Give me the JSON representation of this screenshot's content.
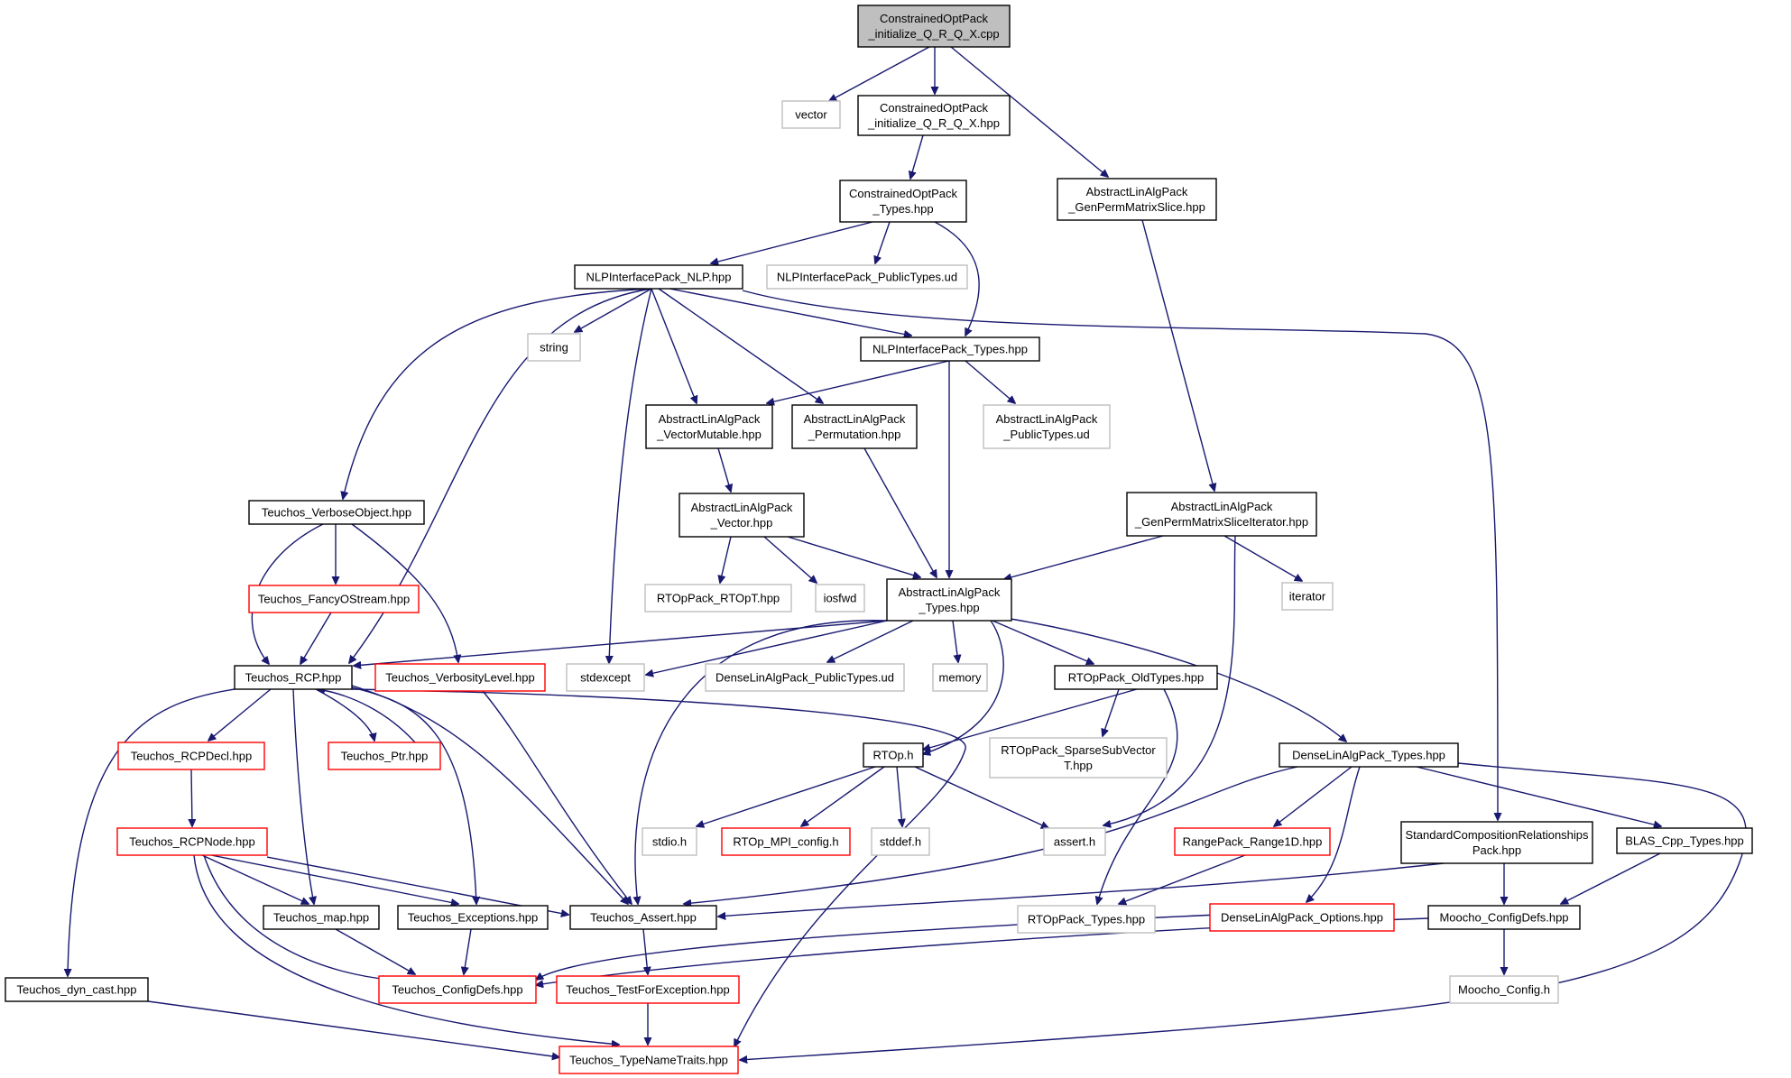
{
  "colors": {
    "edge": "#191970",
    "root_fill": "#bfbfbf",
    "documented_border": "#000000",
    "truncated_border": "#ff0000",
    "external_border": "#bfbfbf"
  },
  "nodes": [
    {
      "id": "root",
      "kind": "root",
      "lines": [
        "ConstrainedOptPack",
        "_initialize_Q_R_Q_X.cpp"
      ]
    },
    {
      "id": "vector",
      "kind": "external",
      "lines": [
        "vector"
      ]
    },
    {
      "id": "cop_init_hpp",
      "kind": "documented",
      "lines": [
        "ConstrainedOptPack",
        "_initialize_Q_R_Q_X.hpp"
      ]
    },
    {
      "id": "alap_genperm",
      "kind": "documented",
      "lines": [
        "AbstractLinAlgPack",
        "_GenPermMatrixSlice.hpp"
      ]
    },
    {
      "id": "cop_types",
      "kind": "documented",
      "lines": [
        "ConstrainedOptPack",
        "_Types.hpp"
      ]
    },
    {
      "id": "nlp",
      "kind": "documented",
      "lines": [
        "NLPInterfacePack_NLP.hpp"
      ]
    },
    {
      "id": "nlp_public_ud",
      "kind": "external",
      "lines": [
        "NLPInterfacePack_PublicTypes.ud"
      ]
    },
    {
      "id": "string",
      "kind": "external",
      "lines": [
        "string"
      ]
    },
    {
      "id": "nlp_types",
      "kind": "documented",
      "lines": [
        "NLPInterfacePack_Types.hpp"
      ]
    },
    {
      "id": "alap_vecmut",
      "kind": "documented",
      "lines": [
        "AbstractLinAlgPack",
        "_VectorMutable.hpp"
      ]
    },
    {
      "id": "alap_perm",
      "kind": "documented",
      "lines": [
        "AbstractLinAlgPack",
        "_Permutation.hpp"
      ]
    },
    {
      "id": "alap_public_ud",
      "kind": "external",
      "lines": [
        "AbstractLinAlgPack",
        "_PublicTypes.ud"
      ]
    },
    {
      "id": "verbose",
      "kind": "documented",
      "lines": [
        "Teuchos_VerboseObject.hpp"
      ]
    },
    {
      "id": "alap_vector",
      "kind": "documented",
      "lines": [
        "AbstractLinAlgPack",
        "_Vector.hpp"
      ]
    },
    {
      "id": "alap_iter",
      "kind": "documented",
      "lines": [
        "AbstractLinAlgPack",
        "_GenPermMatrixSliceIterator.hpp"
      ]
    },
    {
      "id": "fancy",
      "kind": "truncated",
      "lines": [
        "Teuchos_FancyOStream.hpp"
      ]
    },
    {
      "id": "rtop_rtopt",
      "kind": "external",
      "lines": [
        "RTOpPack_RTOpT.hpp"
      ]
    },
    {
      "id": "iosfwd",
      "kind": "external",
      "lines": [
        "iosfwd"
      ]
    },
    {
      "id": "alap_types",
      "kind": "documented",
      "lines": [
        "AbstractLinAlgPack",
        "_Types.hpp"
      ]
    },
    {
      "id": "iterator",
      "kind": "external",
      "lines": [
        "iterator"
      ]
    },
    {
      "id": "rcp",
      "kind": "documented",
      "lines": [
        "Teuchos_RCP.hpp"
      ]
    },
    {
      "id": "verbosity",
      "kind": "truncated",
      "lines": [
        "Teuchos_VerbosityLevel.hpp"
      ]
    },
    {
      "id": "stdexcept",
      "kind": "external",
      "lines": [
        "stdexcept"
      ]
    },
    {
      "id": "dense_public_ud",
      "kind": "external",
      "lines": [
        "DenseLinAlgPack_PublicTypes.ud"
      ]
    },
    {
      "id": "memory",
      "kind": "external",
      "lines": [
        "memory"
      ]
    },
    {
      "id": "rtop_oldtypes",
      "kind": "documented",
      "lines": [
        "RTOpPack_OldTypes.hpp"
      ]
    },
    {
      "id": "rcpdecl",
      "kind": "truncated",
      "lines": [
        "Teuchos_RCPDecl.hpp"
      ]
    },
    {
      "id": "ptr",
      "kind": "truncated",
      "lines": [
        "Teuchos_Ptr.hpp"
      ]
    },
    {
      "id": "rtop_h",
      "kind": "documented",
      "lines": [
        "RTOp.h"
      ]
    },
    {
      "id": "rtop_sparse",
      "kind": "external",
      "lines": [
        "RTOpPack_SparseSubVector",
        "T.hpp"
      ]
    },
    {
      "id": "dense_types",
      "kind": "documented",
      "lines": [
        "DenseLinAlgPack_Types.hpp"
      ]
    },
    {
      "id": "rcpnode",
      "kind": "truncated",
      "lines": [
        "Teuchos_RCPNode.hpp"
      ]
    },
    {
      "id": "stdio",
      "kind": "external",
      "lines": [
        "stdio.h"
      ]
    },
    {
      "id": "rtop_mpi",
      "kind": "truncated",
      "lines": [
        "RTOp_MPI_config.h"
      ]
    },
    {
      "id": "stddef",
      "kind": "external",
      "lines": [
        "stddef.h"
      ]
    },
    {
      "id": "assert_h",
      "kind": "external",
      "lines": [
        "assert.h"
      ]
    },
    {
      "id": "range1d",
      "kind": "truncated",
      "lines": [
        "RangePack_Range1D.hpp"
      ]
    },
    {
      "id": "stdcomp",
      "kind": "documented",
      "lines": [
        "StandardCompositionRelationships",
        "Pack.hpp"
      ]
    },
    {
      "id": "blas",
      "kind": "documented",
      "lines": [
        "BLAS_Cpp_Types.hpp"
      ]
    },
    {
      "id": "tmap",
      "kind": "documented",
      "lines": [
        "Teuchos_map.hpp"
      ]
    },
    {
      "id": "texc",
      "kind": "documented",
      "lines": [
        "Teuchos_Exceptions.hpp"
      ]
    },
    {
      "id": "tassert",
      "kind": "documented",
      "lines": [
        "Teuchos_Assert.hpp"
      ]
    },
    {
      "id": "rtop_types",
      "kind": "external",
      "lines": [
        "RTOpPack_Types.hpp"
      ]
    },
    {
      "id": "dense_opts",
      "kind": "truncated",
      "lines": [
        "DenseLinAlgPack_Options.hpp"
      ]
    },
    {
      "id": "moocho_cfgdefs",
      "kind": "documented",
      "lines": [
        "Moocho_ConfigDefs.hpp"
      ]
    },
    {
      "id": "tconfigdefs",
      "kind": "truncated",
      "lines": [
        "Teuchos_ConfigDefs.hpp"
      ]
    },
    {
      "id": "testforexc",
      "kind": "truncated",
      "lines": [
        "Teuchos_TestForException.hpp"
      ]
    },
    {
      "id": "moocho_config",
      "kind": "external",
      "lines": [
        "Moocho_Config.h"
      ]
    },
    {
      "id": "dyncast",
      "kind": "documented",
      "lines": [
        "Teuchos_dyn_cast.hpp"
      ]
    },
    {
      "id": "typename",
      "kind": "truncated",
      "lines": [
        "Teuchos_TypeNameTraits.hpp"
      ]
    }
  ]
}
